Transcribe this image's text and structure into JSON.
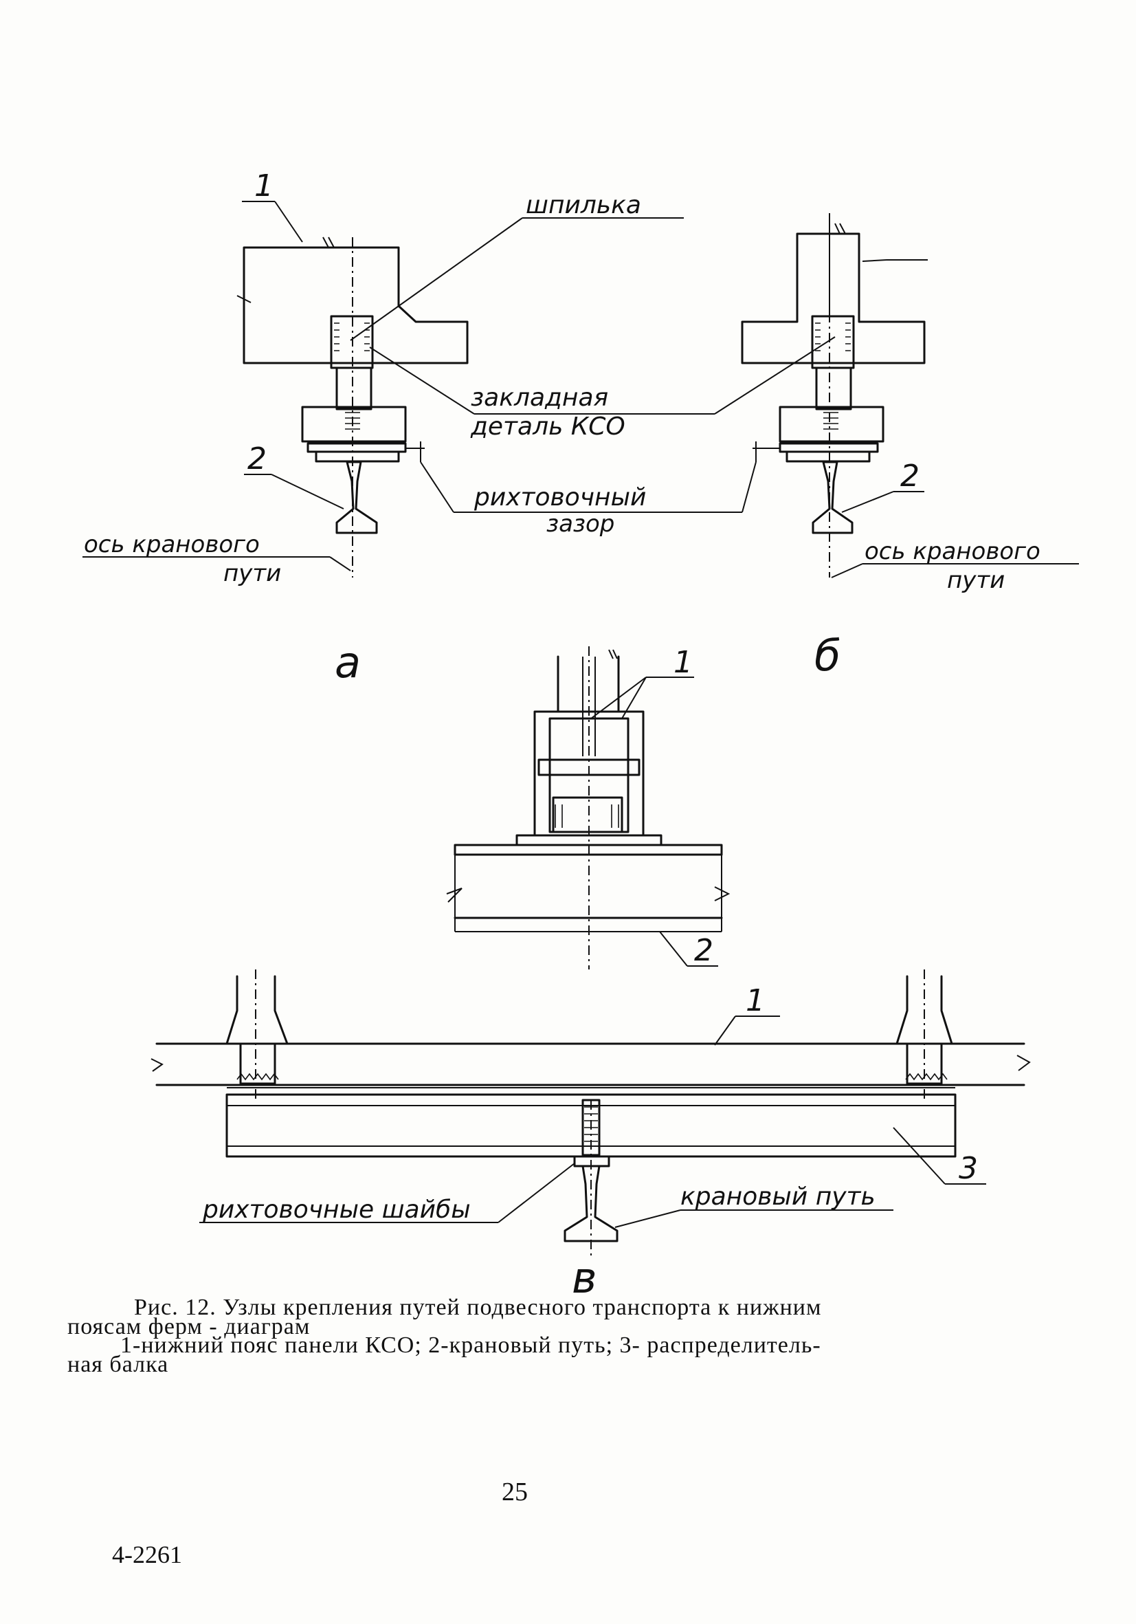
{
  "labels": {
    "stud": "шпилька",
    "embedded_part_line1": "закладная",
    "embedded_part_line2": "деталь КСО",
    "gap_line1": "рихтовочный",
    "gap_line2": "зазор",
    "axis_line1": "ось кранового",
    "axis_line2_a": "пути",
    "axis_line2_b": "пути",
    "shims": "рихтовочные шайбы",
    "crane_track": "крановый путь",
    "num_1": "1",
    "num_2": "2",
    "num_3": "3"
  },
  "subfigures": {
    "a": "а",
    "b": "б",
    "c": "в"
  },
  "caption": {
    "line1": "Рис. 12. Узлы крепления путей подвесного транспорта к нижним",
    "line2": "поясам ферм - диаграм",
    "line3": "1-нижний пояс панели КСО; 2-крановый путь; 3- распределитель-",
    "line4": "ная балка"
  },
  "footer": {
    "page_number": "25",
    "doc_code": "4-2261"
  }
}
